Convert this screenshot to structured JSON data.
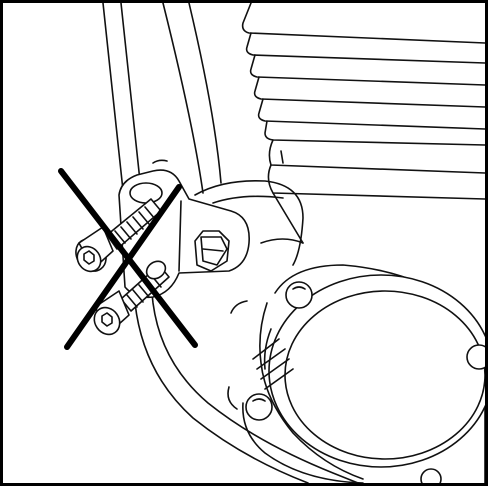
{
  "figure": {
    "subject": "engine-mount-bolt-removal",
    "style": "black line art on white",
    "colors": {
      "ink": "#111111",
      "paper": "#ffffff",
      "cross_out": "#000000"
    },
    "parts": [
      "frame-downtube",
      "cylinder-with-fins",
      "mount-bracket",
      "hex-nut",
      "socket-head-bolt",
      "cover-plate",
      "cover-screw"
    ],
    "annotation": "cross-out-x"
  }
}
